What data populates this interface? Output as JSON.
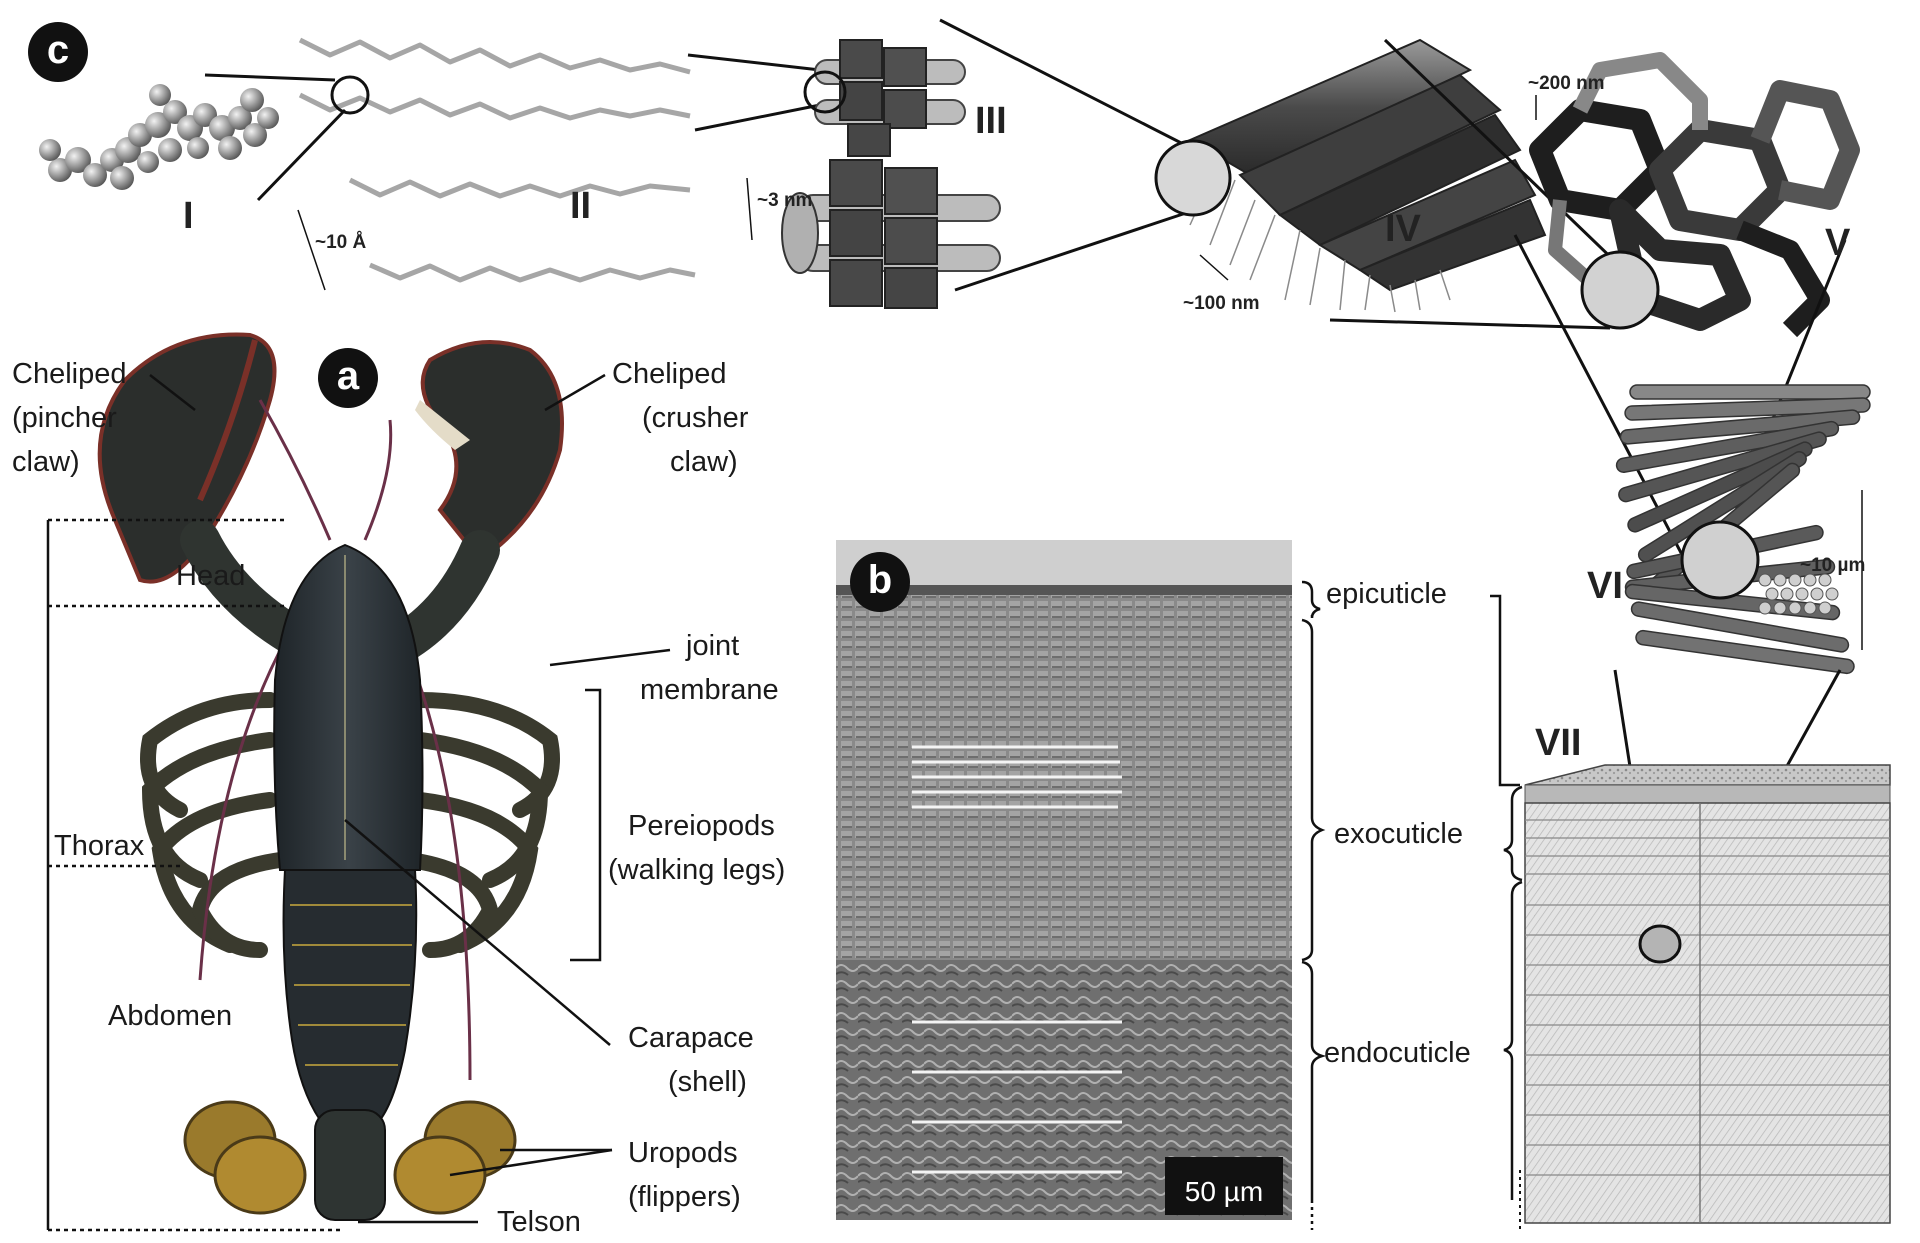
{
  "panels": {
    "c": "c",
    "a": "a",
    "b": "b"
  },
  "hierarchy": {
    "levels": [
      "I",
      "II",
      "III",
      "IV",
      "V",
      "VI",
      "VII"
    ],
    "scales": {
      "angstrom": "~10 Å",
      "nm3": "~3 nm",
      "nm100": "~100 nm",
      "nm200": "~200 nm",
      "um10": "~10 µm"
    }
  },
  "lobster": {
    "cheliped_left_1": "Cheliped",
    "cheliped_left_2": "(pincher",
    "cheliped_left_3": "claw)",
    "cheliped_right_1": "Cheliped",
    "cheliped_right_2": "(crusher",
    "cheliped_right_3": "claw)",
    "head": "Head",
    "thorax": "Thorax",
    "abdomen": "Abdomen",
    "joint_1": "joint",
    "joint_2": "membrane",
    "pereiopods_1": "Pereiopods",
    "pereiopods_2": "(walking legs)",
    "carapace_1": "Carapace",
    "carapace_2": "(shell)",
    "uropods_1": "Uropods",
    "uropods_2": "(flippers)",
    "telson": "Telson"
  },
  "cuticle": {
    "epicuticle": "epicuticle",
    "exocuticle": "exocuticle",
    "endocuticle": "endocuticle",
    "scalebar": "50 µm"
  },
  "colors": {
    "shell_dark": "#2a3036",
    "claw_red": "#7a3028",
    "uropod_gold": "#b08a30",
    "sem_gray": "#8c8c8c"
  }
}
